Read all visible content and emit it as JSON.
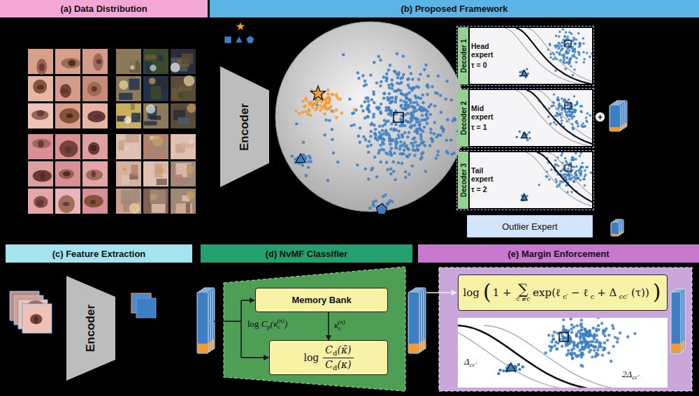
{
  "diagram": {
    "nodes": [
      {
        "text": [
          "(a) Data Distribution"
        ]
      },
      {
        "text": [
          "(b) Proposed Framework"
        ]
      },
      {
        "text": [
          "Encoder"
        ]
      },
      {
        "text": [
          "Decoder 1",
          "Head expert",
          "τ = 0"
        ]
      },
      {
        "text": [
          "Decoder 2",
          "Mid expert",
          "τ = 1"
        ]
      },
      {
        "text": [
          "Decoder 3",
          "Tail expert",
          "τ = 2"
        ]
      },
      {
        "text": [
          "+"
        ]
      },
      {
        "text": [
          "Outlier Expert"
        ]
      },
      {
        "text": [
          "(c) Feature Extraction"
        ]
      },
      {
        "text": [
          "(d) NvMF Classifier"
        ]
      },
      {
        "text": [
          "(e) Margin Enforcement"
        ]
      },
      {
        "text": [
          "Encoder"
        ]
      },
      {
        "text": [
          "Memory Bank"
        ]
      },
      {
        "text": [
          "log",
          "C",
          "d",
          "(κ̃)",
          "C",
          "d",
          "(κ)"
        ]
      },
      {
        "text": [
          "log",
          "(",
          "1 +",
          "∑",
          "c′≠c",
          "exp(ℓ",
          "c′",
          "− ℓ",
          "c",
          "+ Δ",
          "cc′",
          "(τ))",
          ")"
        ]
      }
    ],
    "edges": [
      {
        "from": 12,
        "to": 13,
        "arrow": "to"
      }
    ],
    "labels": [
      "log",
      "C",
      "p",
      "(κ",
      "c",
      "(n)",
      ")",
      "κ",
      "c",
      "(n)",
      "Δ",
      "cc′",
      "2Δ",
      "cc′"
    ]
  }
}
